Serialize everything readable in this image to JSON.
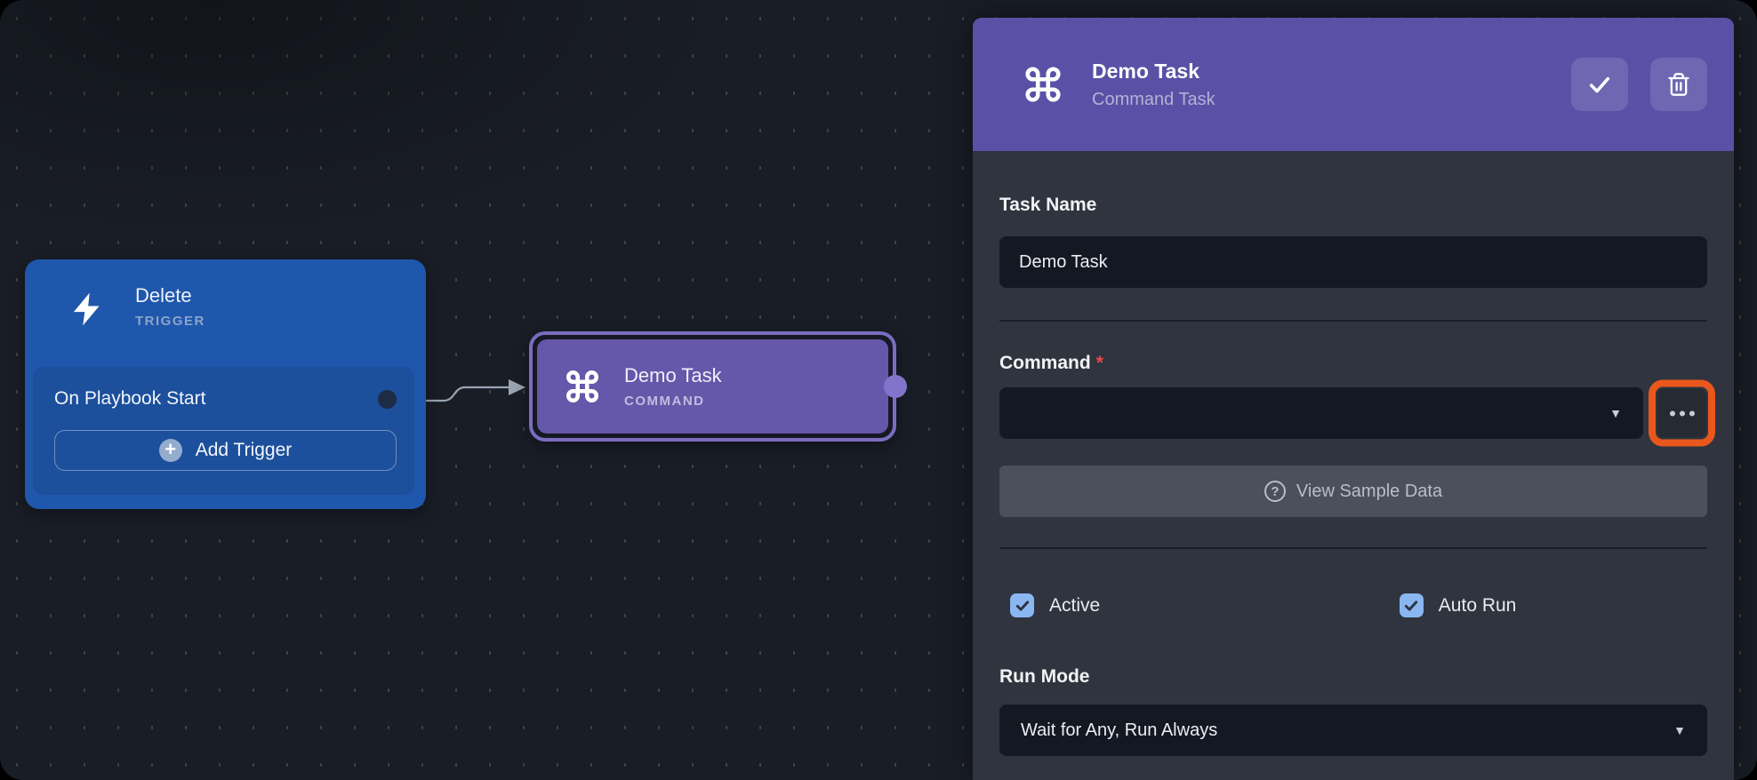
{
  "colors": {
    "canvas-bg": "#191d26",
    "panel-bg": "#2f343f",
    "header-purple": "#5a51a6",
    "node-blue": "#1e57ab",
    "node-blue-inner": "#1c4f9c",
    "node-purple": "#6557a9",
    "node-purple-ring": "#7b6cc0",
    "input-bg": "#141823",
    "highlight-orange": "#e9571c",
    "checkbox-blue": "#8ab6f2",
    "required-red": "#e5484d",
    "muted-button-bg": "#4a505c",
    "connector-gray": "#9aa5b2"
  },
  "icons": {
    "caret": "▼"
  },
  "canvas": {
    "trigger_node": {
      "title": "Delete",
      "type_label": "TRIGGER",
      "item_label": "On Playbook Start",
      "add_button_label": "Add Trigger"
    },
    "task_node": {
      "title": "Demo Task",
      "type_label": "COMMAND"
    }
  },
  "panel": {
    "header": {
      "title": "Demo Task",
      "subtitle": "Command Task"
    },
    "task_name": {
      "label": "Task Name",
      "value": "Demo Task"
    },
    "command": {
      "label": "Command",
      "required_marker": "*",
      "value": "",
      "sample_button_label": "View Sample Data"
    },
    "checkboxes": [
      {
        "label": "Active",
        "checked": true
      },
      {
        "label": "Auto Run",
        "checked": true
      }
    ],
    "run_mode": {
      "label": "Run Mode",
      "value": "Wait for Any, Run Always"
    }
  }
}
